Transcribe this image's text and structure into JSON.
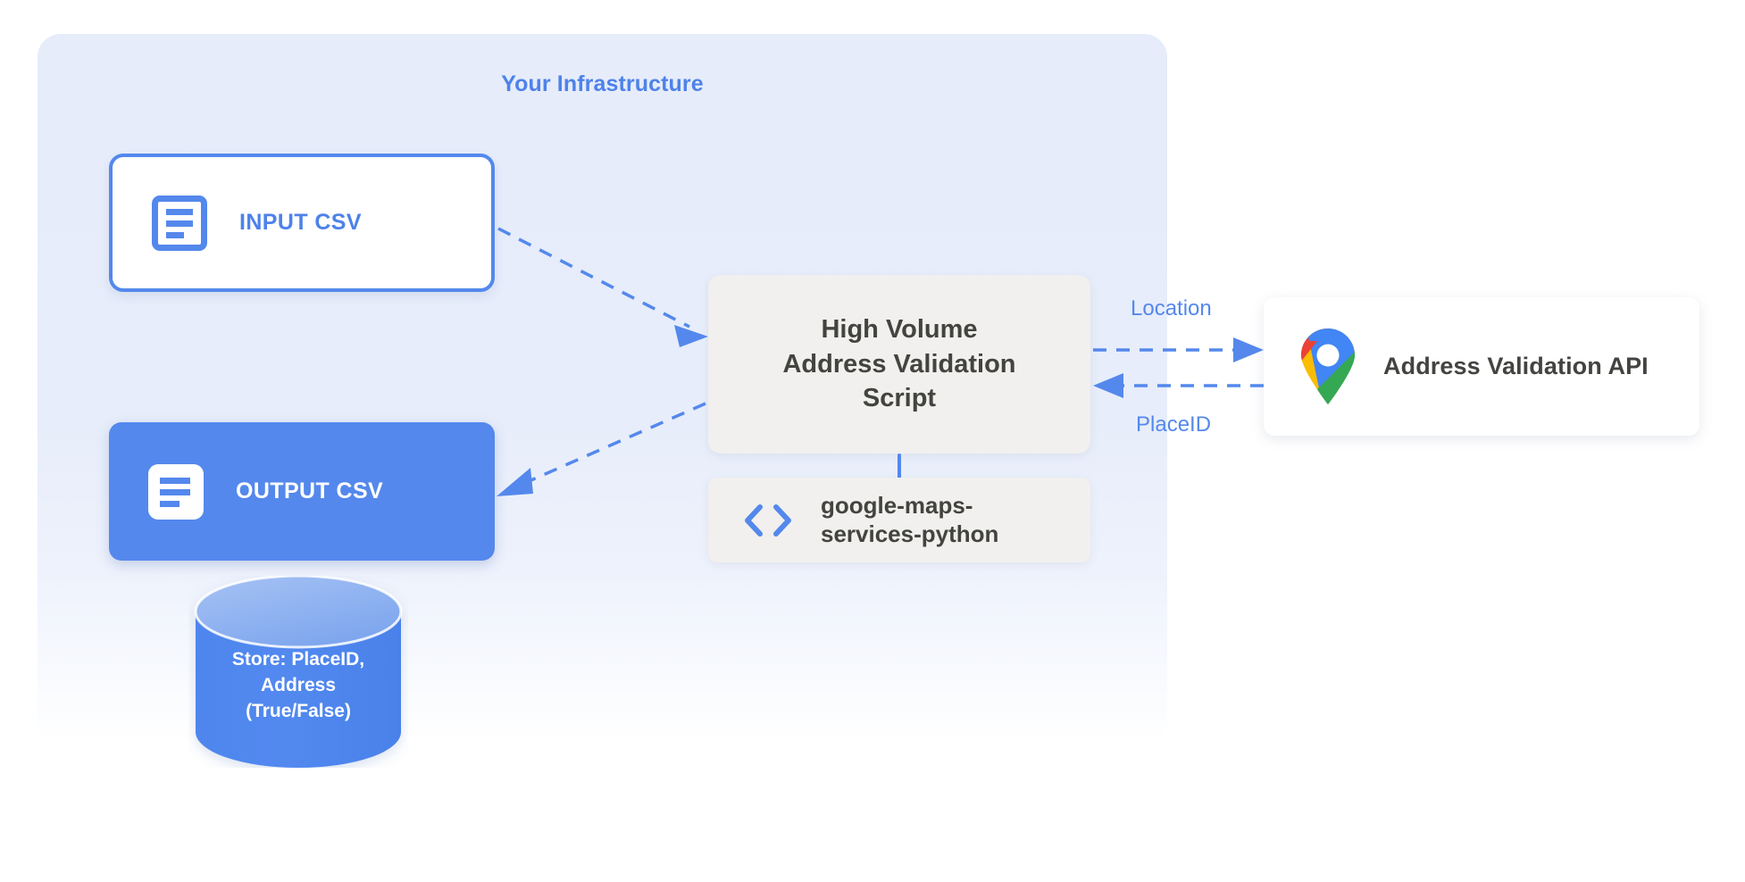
{
  "colors": {
    "accent_blue": "#5488ec",
    "panel_tint": "#e6ecfa",
    "box_gray": "#f1f0ee",
    "text_dark": "#434440",
    "white": "#ffffff",
    "maps_red": "#ea4335",
    "maps_yellow": "#fbbc04",
    "maps_green": "#34a853",
    "maps_blue": "#4285f4",
    "db_top_blue": "#92b4f0"
  },
  "infrastructure": {
    "title": "Your Infrastructure"
  },
  "nodes": {
    "input_csv": {
      "label": "INPUT CSV",
      "icon": "document-icon"
    },
    "output_csv": {
      "label": "OUTPUT CSV",
      "icon": "document-icon"
    },
    "script": {
      "label": "High Volume\nAddress Validation\nScript"
    },
    "library": {
      "label": "google-maps-\nservices-python",
      "icon": "code-brackets-icon"
    },
    "api": {
      "label": "Address Validation API",
      "icon": "google-maps-pin-icon"
    },
    "database": {
      "label": "Store: PlaceID,\nAddress\n(True/False)",
      "icon": "database-cylinder-icon"
    }
  },
  "edges": [
    {
      "name": "input-to-script",
      "label": "",
      "style": "dashed",
      "direction": "right-down"
    },
    {
      "name": "script-to-output",
      "label": "",
      "style": "dashed",
      "direction": "left-down"
    },
    {
      "name": "script-to-api",
      "label": "Location",
      "style": "dashed",
      "direction": "right"
    },
    {
      "name": "api-to-script",
      "label": "PlaceID",
      "style": "dashed",
      "direction": "left"
    },
    {
      "name": "script-to-library",
      "label": "",
      "style": "solid",
      "direction": "down"
    }
  ],
  "edge_labels": {
    "location": "Location",
    "placeid": "PlaceID"
  }
}
